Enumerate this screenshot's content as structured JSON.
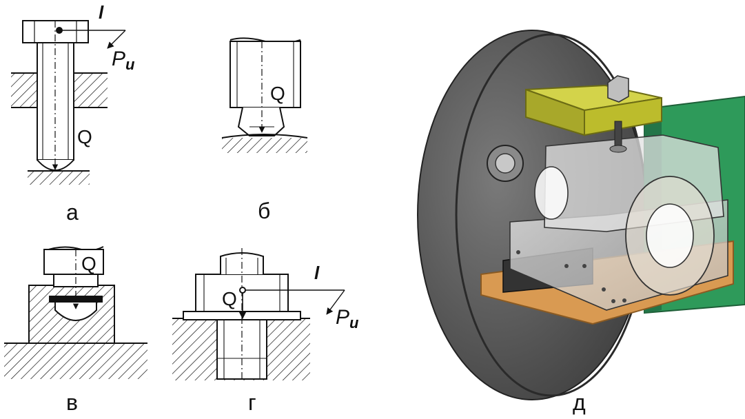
{
  "figure": {
    "captions": {
      "a": "а",
      "b": "б",
      "v": "в",
      "g": "г",
      "d": "д"
    },
    "labels": {
      "force_q": "Q",
      "arm_l": "l",
      "force_p": "P",
      "force_p_subscript": "u"
    }
  },
  "colors": {
    "line": "#111111",
    "plate": "#5b5b5b",
    "clamp_yellow": "#bcbc2c",
    "fixture_green": "#2e9a5a",
    "base_orange": "#d99a52"
  }
}
